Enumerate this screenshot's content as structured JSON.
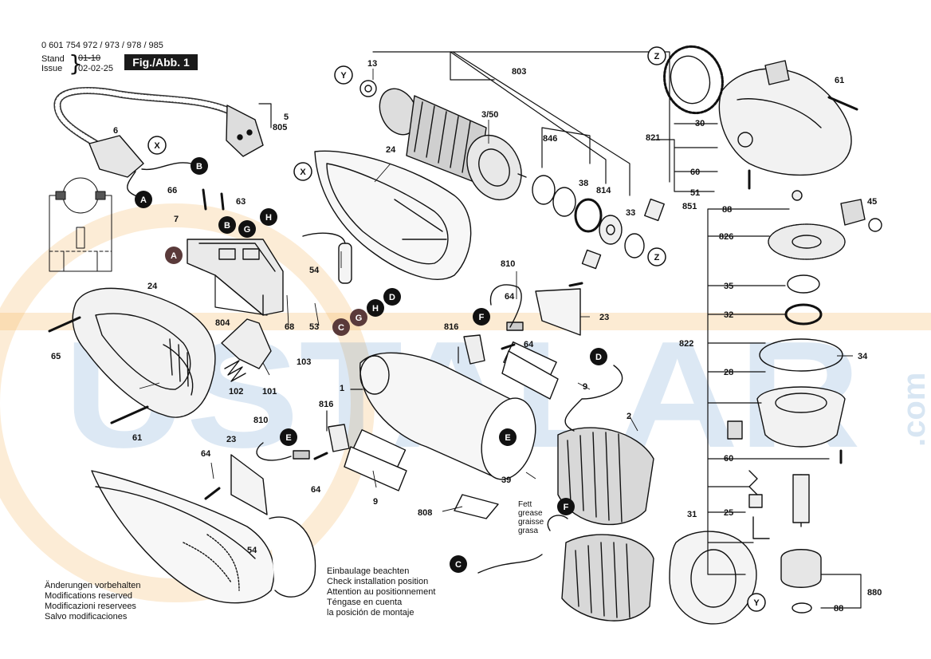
{
  "header": {
    "model_numbers": "0 601 754 972 / 973 / 978 / 985",
    "stand_label": "Stand",
    "stand_date": "01-10",
    "issue_label": "Issue",
    "issue_date": "02-02-25",
    "figure_label": "Fig./Abb. 1"
  },
  "watermark": {
    "text": "USTALAR",
    "suffix": ".com",
    "color": "#3b82c4",
    "accent_color": "#f2a33a"
  },
  "notes_left": [
    "Änderungen vorbehalten",
    "Modifications reserved",
    "Modificazioni reservees",
    "Salvo modificaciones"
  ],
  "notes_center": [
    "Einbaulage beachten",
    "Check installation position",
    "Attention au positionnement",
    "Téngase en cuenta",
    "la posición de montaje"
  ],
  "grease_note": [
    "Fett",
    "grease",
    "graisse",
    "grasa"
  ],
  "part_numbers": [
    {
      "text": "13"
    },
    {
      "text": "803"
    },
    {
      "text": "3/50"
    },
    {
      "text": "846"
    },
    {
      "text": "38"
    },
    {
      "text": "814"
    },
    {
      "text": "33"
    },
    {
      "text": "24"
    },
    {
      "text": "5"
    },
    {
      "text": "805"
    },
    {
      "text": "6"
    },
    {
      "text": "66"
    },
    {
      "text": "63"
    },
    {
      "text": "7"
    },
    {
      "text": "54"
    },
    {
      "text": "24"
    },
    {
      "text": "65"
    },
    {
      "text": "804"
    },
    {
      "text": "68"
    },
    {
      "text": "53"
    },
    {
      "text": "102"
    },
    {
      "text": "101"
    },
    {
      "text": "61"
    },
    {
      "text": "810"
    },
    {
      "text": "816"
    },
    {
      "text": "64"
    },
    {
      "text": "23"
    },
    {
      "text": "103"
    },
    {
      "text": "1"
    },
    {
      "text": "816"
    },
    {
      "text": "810"
    },
    {
      "text": "64"
    },
    {
      "text": "9"
    },
    {
      "text": "9"
    },
    {
      "text": "808"
    },
    {
      "text": "39"
    },
    {
      "text": "2"
    },
    {
      "text": "23"
    },
    {
      "text": "64"
    },
    {
      "text": "64"
    },
    {
      "text": "61"
    },
    {
      "text": "30"
    },
    {
      "text": "821"
    },
    {
      "text": "60"
    },
    {
      "text": "51"
    },
    {
      "text": "851"
    },
    {
      "text": "45"
    },
    {
      "text": "88"
    },
    {
      "text": "826"
    },
    {
      "text": "35"
    },
    {
      "text": "32"
    },
    {
      "text": "822"
    },
    {
      "text": "34"
    },
    {
      "text": "28"
    },
    {
      "text": "60"
    },
    {
      "text": "25"
    },
    {
      "text": "31"
    },
    {
      "text": "880"
    },
    {
      "text": "88"
    },
    {
      "text": "54"
    }
  ],
  "callouts": [
    {
      "letter": "Y"
    },
    {
      "letter": "X"
    },
    {
      "letter": "B"
    },
    {
      "letter": "A"
    },
    {
      "letter": "B"
    },
    {
      "letter": "H"
    },
    {
      "letter": "G"
    },
    {
      "letter": "A"
    },
    {
      "letter": "D"
    },
    {
      "letter": "H"
    },
    {
      "letter": "G"
    },
    {
      "letter": "C"
    },
    {
      "letter": "X"
    },
    {
      "letter": "Z"
    },
    {
      "letter": "Z"
    },
    {
      "letter": "F"
    },
    {
      "letter": "D"
    },
    {
      "letter": "E"
    },
    {
      "letter": "E"
    },
    {
      "letter": "F"
    },
    {
      "letter": "C"
    },
    {
      "letter": "Y"
    }
  ]
}
